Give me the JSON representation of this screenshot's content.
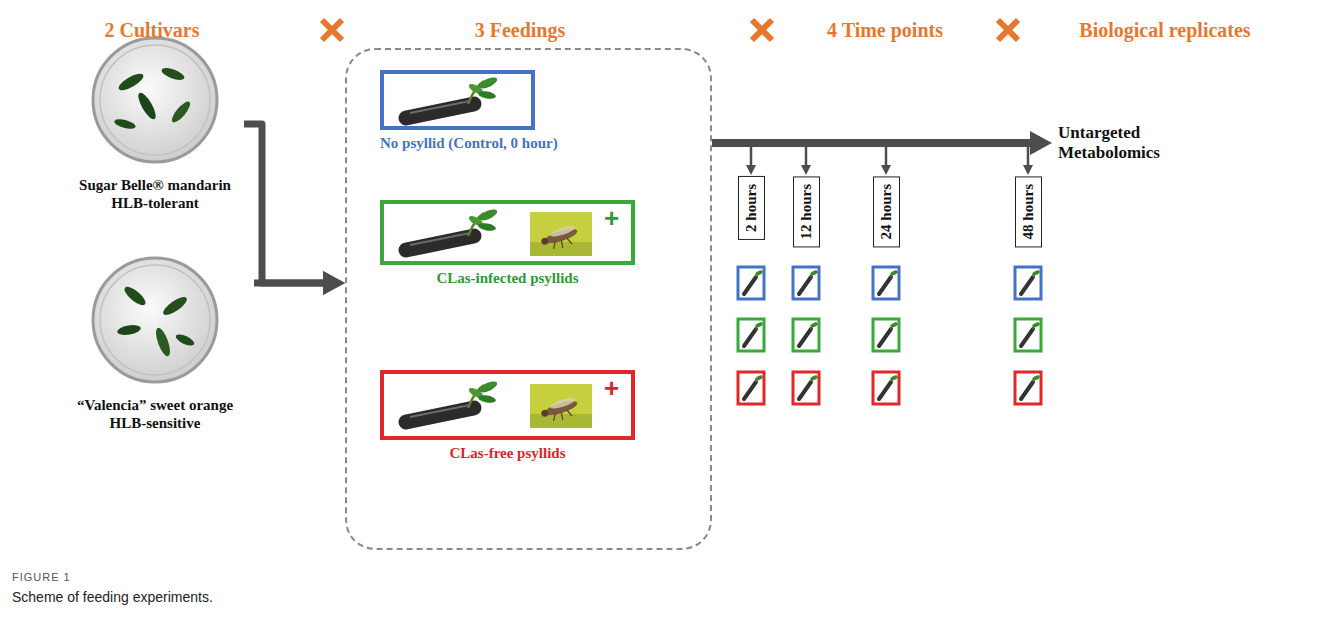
{
  "diagram": {
    "caption": "Scheme of feeding experiments.",
    "nodes": [
      {
        "text": [
          "Sugar Belle® mandarin HLB-tolerant"
        ]
      },
      {
        "text": [
          "“Valencia” sweet orange HLB-sensitive"
        ]
      },
      {
        "text": []
      },
      {
        "text": [
          "No psyllid (Control, 0 hour)"
        ],
        "in": 2
      },
      {
        "text": [
          "CLas-infected psyllids"
        ],
        "in": 2
      },
      {
        "text": [
          "CLas-free psyllids"
        ],
        "in": 2
      },
      {
        "text": [
          "Untargeted Metabolomics"
        ]
      },
      {
        "text": [
          "2 hours"
        ]
      },
      {
        "text": [
          "12 hours"
        ]
      },
      {
        "text": [
          "24 hours"
        ]
      },
      {
        "text": [
          "48 hours"
        ]
      }
    ],
    "edges": [
      {
        "from": 0,
        "to": 2,
        "arrow": "to"
      },
      {
        "from": 1,
        "to": 2,
        "arrow": "to"
      },
      {
        "from": 2,
        "to": 6,
        "arrow": "to"
      },
      {
        "from": 2,
        "to": 7,
        "arrow": "to"
      },
      {
        "from": 2,
        "to": 8,
        "arrow": "to"
      },
      {
        "from": 2,
        "to": 9,
        "arrow": "to"
      },
      {
        "from": 2,
        "to": 10,
        "arrow": "to"
      }
    ],
    "labels": [
      "2 Cultivars",
      "3 Feedings",
      "4 Time points",
      "Biological replicates",
      "+",
      "+",
      "FIGURE 1"
    ]
  }
}
